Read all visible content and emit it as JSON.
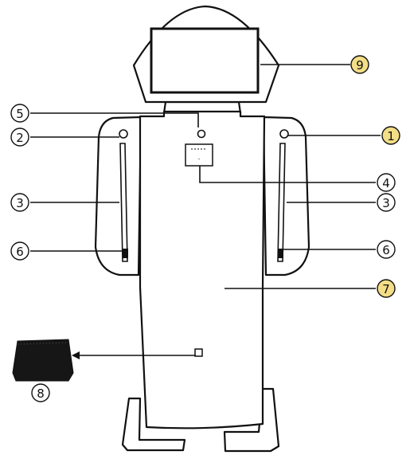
{
  "callouts": {
    "c1": {
      "label": "1",
      "highlight": true
    },
    "c2": {
      "label": "2",
      "highlight": false
    },
    "c3l": {
      "label": "3",
      "highlight": false
    },
    "c3r": {
      "label": "3",
      "highlight": false
    },
    "c4": {
      "label": "4",
      "highlight": false
    },
    "c5": {
      "label": "5",
      "highlight": false
    },
    "c6l": {
      "label": "6",
      "highlight": false
    },
    "c6r": {
      "label": "6",
      "highlight": false
    },
    "c7": {
      "label": "7",
      "highlight": true
    },
    "c8": {
      "label": "8",
      "highlight": false
    },
    "c9": {
      "label": "9",
      "highlight": true
    }
  },
  "colors": {
    "highlight_fill": "#f3dd86",
    "plain_fill": "#ffffff",
    "line": "#111111",
    "device_body": "#161616"
  }
}
